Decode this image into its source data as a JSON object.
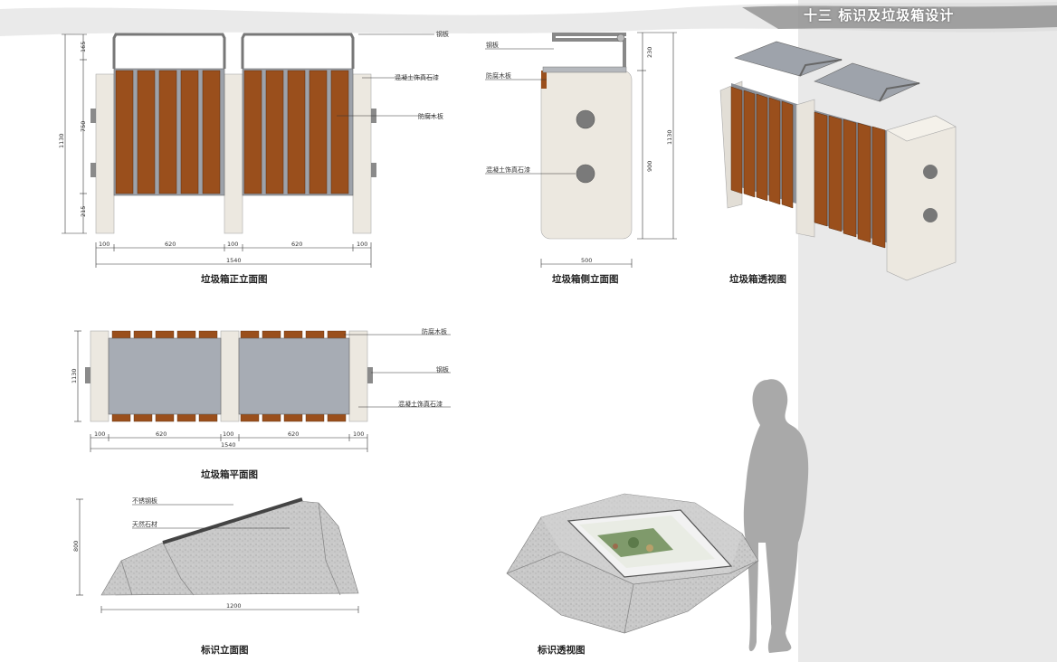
{
  "page_title": "十三 标识及垃圾箱设计",
  "front_elevation": {
    "caption": "垃圾箱正立面图",
    "labels": {
      "steel": "钢板",
      "concrete": "混凝土饰真石漆",
      "wood": "防腐木板"
    },
    "dims_vertical": [
      "165",
      "750",
      "215",
      "1130"
    ],
    "dims_horizontal": [
      "100",
      "620",
      "100",
      "620",
      "100"
    ],
    "total_width": "1540"
  },
  "side_elevation": {
    "caption": "垃圾箱侧立面图",
    "labels": {
      "steel": "钢板",
      "wood": "防腐木板",
      "concrete": "混凝土饰真石漆"
    },
    "dims_vertical": [
      "230",
      "900",
      "1130"
    ],
    "width": "500"
  },
  "perspective": {
    "caption": "垃圾箱透视图"
  },
  "plan": {
    "caption": "垃圾箱平面图",
    "labels": {
      "wood": "防腐木板",
      "steel": "钢板",
      "concrete": "混凝土饰真石漆"
    },
    "depth": "1130",
    "dims_horizontal": [
      "100",
      "620",
      "100",
      "620",
      "100"
    ],
    "total_width": "1540"
  },
  "sign_elevation": {
    "caption": "标识立面图",
    "labels": {
      "steel": "不锈钢板",
      "stone": "天然石材"
    },
    "height": "800",
    "width": "1200"
  },
  "sign_perspective": {
    "caption": "标识透视图"
  },
  "colors": {
    "wood": "#9a4f1c",
    "steel": "#8f949c",
    "concrete": "#ece8e0",
    "panel": "#e9e9e9"
  }
}
